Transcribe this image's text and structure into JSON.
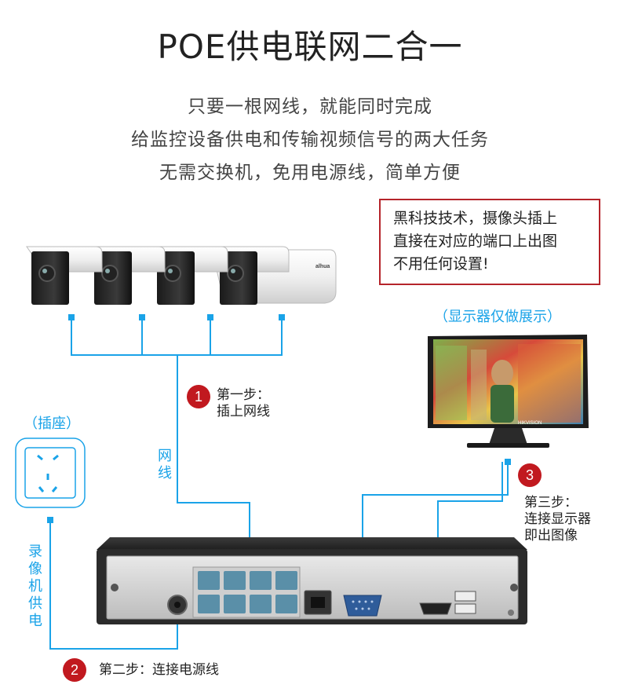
{
  "title": "POE供电联网二合一",
  "subtitle_lines": [
    "只要一根网线，就能同时完成",
    "给监控设备供电和传输视频信号的两大任务",
    "无需交换机，免用电源线，简单方便"
  ],
  "notice": {
    "lines": [
      "黑科技技术，摄像头插上",
      "直接在对应的端口上出图",
      "不用任何设置!"
    ],
    "border_color": "#b5242a"
  },
  "display_caption": "（显示器仅做展示）",
  "socket_caption": "（插座）",
  "wire_label": [
    "网",
    "线"
  ],
  "power_label": [
    "录",
    "像",
    "机",
    "供",
    "电"
  ],
  "steps": [
    {
      "number": "1",
      "lines": [
        "第一步：",
        "插上网线"
      ]
    },
    {
      "number": "2",
      "lines": [
        "第二步：连接电源线"
      ]
    },
    {
      "number": "3",
      "lines": [
        "第三步：",
        "连接显示器",
        "即出图像"
      ]
    }
  ],
  "camera_brand": "alhua",
  "monitor_brand": "HIKVISION",
  "colors": {
    "accent_blue": "#1aa3e8",
    "step_red": "#c1191f"
  }
}
